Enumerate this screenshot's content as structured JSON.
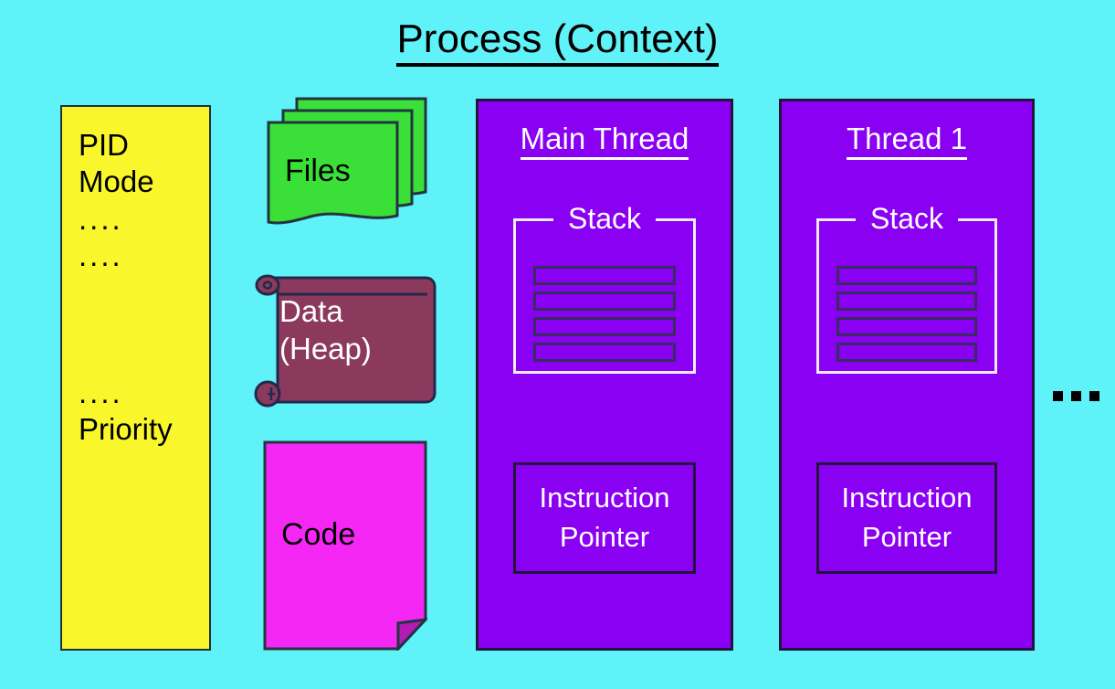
{
  "diagram": {
    "title": "Process (Context)",
    "background_color": "#5ff2f8"
  },
  "pcb": {
    "name": "process-control-block",
    "fill_color": "#f9f72c",
    "border_color": "#21303c",
    "lines": [
      "PID",
      "Mode",
      "....",
      "...."
    ],
    "lines_lower": [
      "....",
      "Priority"
    ]
  },
  "resources": {
    "files": {
      "label": "Files",
      "fill_color": "#3ae038",
      "border_color": "#23343f",
      "sheet_count": 3
    },
    "heap": {
      "label": "Data\n(Heap)",
      "label_line1": "Data",
      "label_line2": "(Heap)",
      "fill_color": "#8b3a5d",
      "border_color": "#23294a",
      "text_color": "#ffffff"
    },
    "code": {
      "label": "Code",
      "fill_color": "#f527f5",
      "fold_color": "#b41bb4",
      "border_color": "#23343f"
    }
  },
  "threads": [
    {
      "title": "Main Thread",
      "fill_color": "#8900f2",
      "border_color": "#23143e",
      "stack_label": "Stack",
      "stack_frames": 4,
      "instruction_pointer": "Instruction\nPointer"
    },
    {
      "title": "Thread 1",
      "fill_color": "#8900f2",
      "border_color": "#23143e",
      "stack_label": "Stack",
      "stack_frames": 4,
      "instruction_pointer": "Instruction\nPointer"
    }
  ],
  "more_threads_indicator": {
    "name": "ellipsis",
    "dot_count": 3,
    "color": "#000000"
  }
}
